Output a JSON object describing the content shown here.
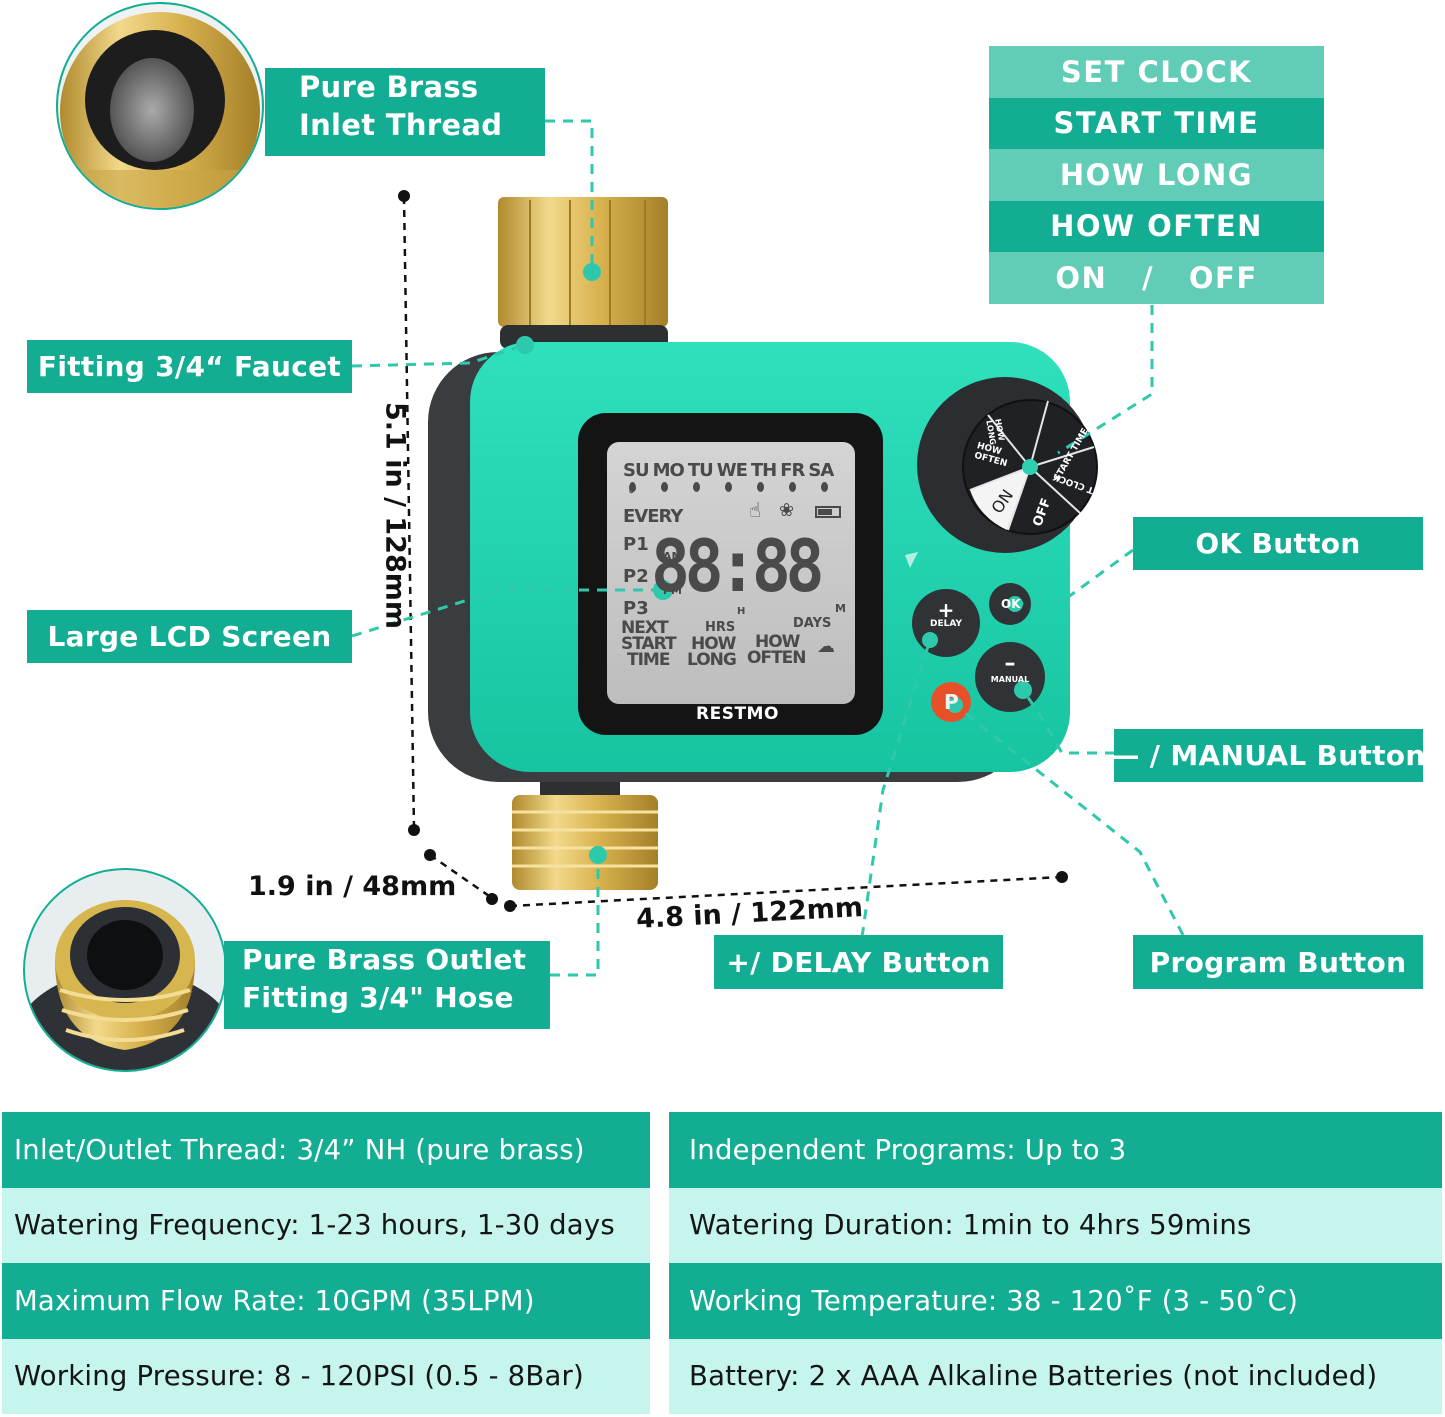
{
  "brand": "RESTMO",
  "colors": {
    "callout_bg": "#12ad93",
    "legend_light": "#62cdb6",
    "legend_dark": "#12ad93",
    "spec_light": "#c5f5ec",
    "device_body": "#1fd3b0",
    "device_shell": "#3a3d40",
    "brass": "#d9b34f",
    "program_button": "#e8502a",
    "dash_line": "#2ec9ac"
  },
  "callouts": {
    "inlet_thread": [
      "Pure Brass",
      "Inlet Thread"
    ],
    "faucet_fitting": "Fitting 3/4“ Faucet",
    "lcd_screen": "Large LCD Screen",
    "outlet_fitting": [
      "Pure Brass Outlet",
      "Fitting 3/4\" Hose"
    ],
    "ok_button": "OK Button",
    "manual_button": "— / MANUAL Button",
    "delay_button": "+/ DELAY Button",
    "program_button": "Program Button"
  },
  "dial_legend": [
    "SET CLOCK",
    "START TIME",
    "HOW LONG",
    "HOW OFTEN",
    "ON   /   OFF"
  ],
  "dimensions": {
    "height": "5.1 in / 128mm",
    "depth": "1.9 in / 48mm",
    "width": "4.8 in / 122mm"
  },
  "lcd": {
    "days": [
      "SU",
      "MO",
      "TU",
      "WE",
      "TH",
      "FR",
      "SA"
    ],
    "every": "EVERY",
    "programs": [
      "P1",
      "P2",
      "P3"
    ],
    "am": "AM",
    "pm": "PM",
    "digits": "88:88",
    "h_unit": "H",
    "m_unit": "M",
    "hrs": "HRS",
    "days_label": "DAYS",
    "next_start_time": [
      "NEXT",
      "START",
      "TIME"
    ],
    "how_long": [
      "HOW",
      "LONG"
    ],
    "how_often": [
      "HOW",
      "OFTEN"
    ]
  },
  "dial": {
    "segments": [
      "HOW LONG",
      "START TIME",
      "SET CLOCK",
      "OFF",
      "ON",
      "HOW OFTEN"
    ]
  },
  "buttons": {
    "delay_symbol": "+",
    "delay_label": "DELAY",
    "ok_label": "OK",
    "manual_symbol": "–",
    "manual_label": "MANUAL",
    "program_label": "P"
  },
  "specs": {
    "left": [
      "Inlet/Outlet Thread: 3/4” NH (pure brass)",
      "Watering Frequency: 1-23 hours, 1-30 days",
      "Maximum Flow Rate: 10GPM (35LPM)",
      "Working Pressure: 8 - 120PSI (0.5 - 8Bar)"
    ],
    "right": [
      "Independent Programs: Up to 3",
      "Watering Duration: 1min to 4hrs 59mins",
      "Working Temperature: 38 - 120˚F (3 - 50˚C)",
      "Battery: 2 x AAA Alkaline Batteries (not included)"
    ]
  }
}
